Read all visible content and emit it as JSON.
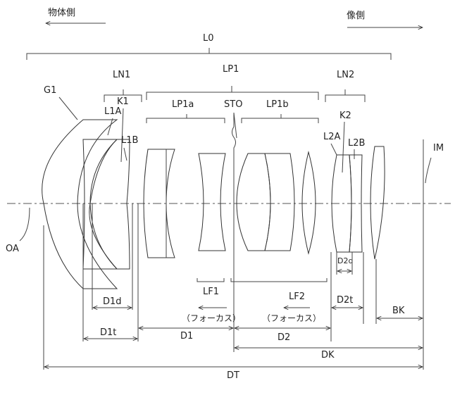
{
  "header": {
    "object_side": "物体側",
    "image_side": "像側"
  },
  "groups": {
    "L0": "L0",
    "LN1": "LN1",
    "LP1": "LP1",
    "LN2": "LN2",
    "LP1a": "LP1a",
    "LP1b": "LP1b",
    "STO": "STO"
  },
  "elements": {
    "G1": "G1",
    "L1A": "L1A",
    "K1": "K1",
    "L1B": "L1B",
    "K2": "K2",
    "L2A": "L2A",
    "L2B": "L2B",
    "IM": "IM",
    "OA": "OA"
  },
  "focus": {
    "LF1": "LF1",
    "LF2": "LF2",
    "focus_note": "（フォーカス）"
  },
  "dimensions": {
    "D1d": "D1d",
    "D1t": "D1t",
    "D1": "D1",
    "D2": "D2",
    "D2d": "D2d",
    "D2t": "D2t",
    "BK": "BK",
    "DK": "DK",
    "DT": "DT"
  }
}
